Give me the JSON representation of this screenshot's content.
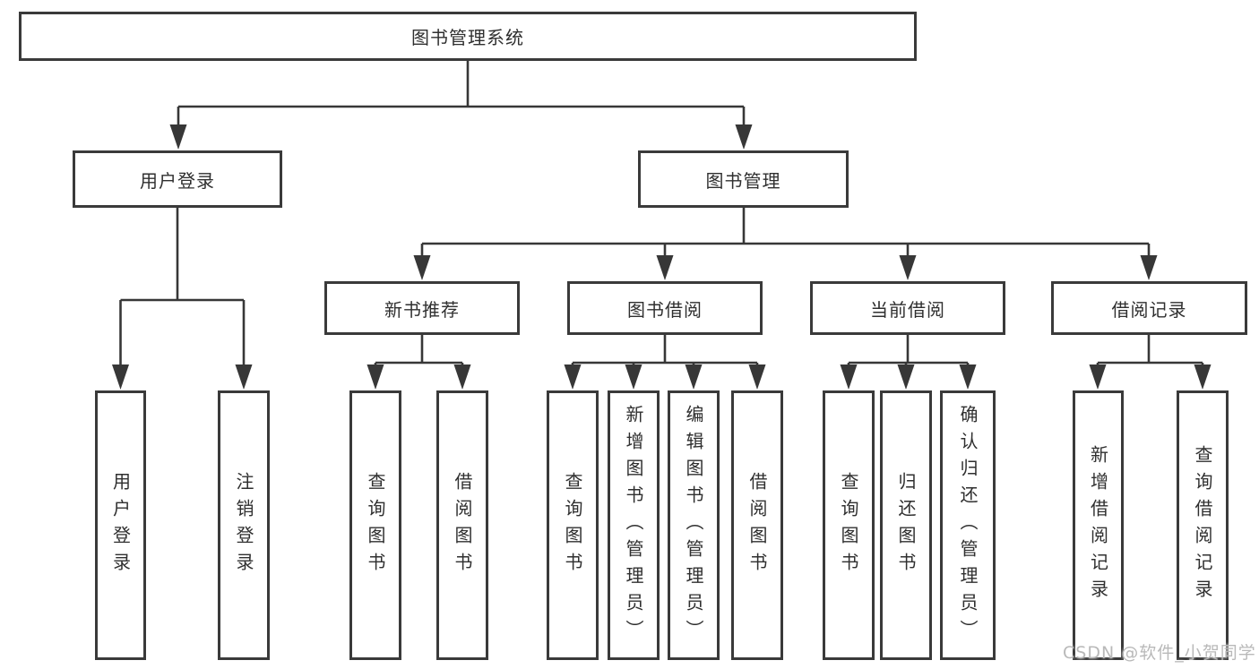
{
  "colors": {
    "background": "#ffffff",
    "line": "#373737",
    "box_border": "#3a3a3a",
    "text": "#2f2f2f",
    "watermark_text": "#b9b9b9"
  },
  "tree": {
    "root": {
      "label": "图书管理系统"
    },
    "level1": [
      {
        "id": "user_login",
        "label": "用户登录"
      },
      {
        "id": "book_management",
        "label": "图书管理"
      }
    ],
    "level2": [
      {
        "id": "new_book_recommend",
        "label": "新书推荐",
        "parent": "图书管理"
      },
      {
        "id": "book_borrow",
        "label": "图书借阅",
        "parent": "图书管理"
      },
      {
        "id": "current_borrow",
        "label": "当前借阅",
        "parent": "图书管理"
      },
      {
        "id": "borrow_records",
        "label": "借阅记录",
        "parent": "图书管理"
      }
    ],
    "leaves": {
      "user_login": [
        {
          "label": "用户登录"
        },
        {
          "label": "注销登录"
        }
      ],
      "new_book_recommend": [
        {
          "label": "查询图书"
        },
        {
          "label": "借阅图书"
        }
      ],
      "book_borrow": [
        {
          "label": "查询图书"
        },
        {
          "label": "新增图书（管理员）"
        },
        {
          "label": "编辑图书（管理员）"
        },
        {
          "label": "借阅图书"
        }
      ],
      "current_borrow": [
        {
          "label": "查询图书"
        },
        {
          "label": "归还图书"
        },
        {
          "label": "确认归还（管理员）"
        }
      ],
      "borrow_records": [
        {
          "label": "新增借阅记录"
        },
        {
          "label": "查询借阅记录"
        }
      ]
    }
  },
  "watermark": {
    "text": "CSDN @软件_小贺同学"
  }
}
